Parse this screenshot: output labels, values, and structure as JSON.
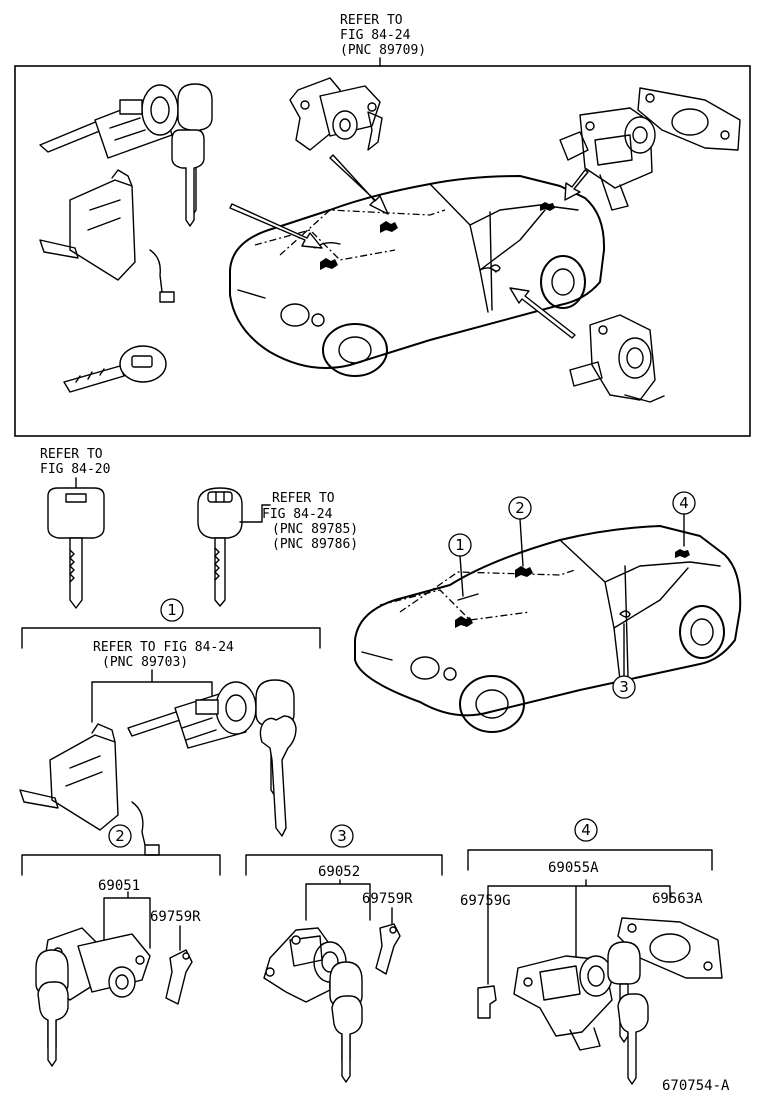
{
  "top_refer": {
    "line1": "REFER TO",
    "line2": "FIG 84-24",
    "line3": "(PNC 89709)"
  },
  "key_refer_left": {
    "line1": "REFER TO",
    "line2": "FIG 84-20"
  },
  "key_refer_right": {
    "line1": "REFER TO",
    "line2": "FIG 84-24",
    "line3": "(PNC 89785)",
    "line4": "(PNC 89786)"
  },
  "callouts": {
    "c1": "1",
    "c2": "2",
    "c3": "3",
    "c4": "4"
  },
  "group1": {
    "refer_line1": "REFER TO FIG 84-24",
    "refer_line2": "(PNC 89703)"
  },
  "group2": {
    "part_main": "69051",
    "part_sub": "69759R"
  },
  "group3": {
    "part_main": "69052",
    "part_sub": "69759R"
  },
  "group4": {
    "part_main": "69055A",
    "part_left": "69759G",
    "part_right": "69563A"
  },
  "figure_id": "670754-A"
}
